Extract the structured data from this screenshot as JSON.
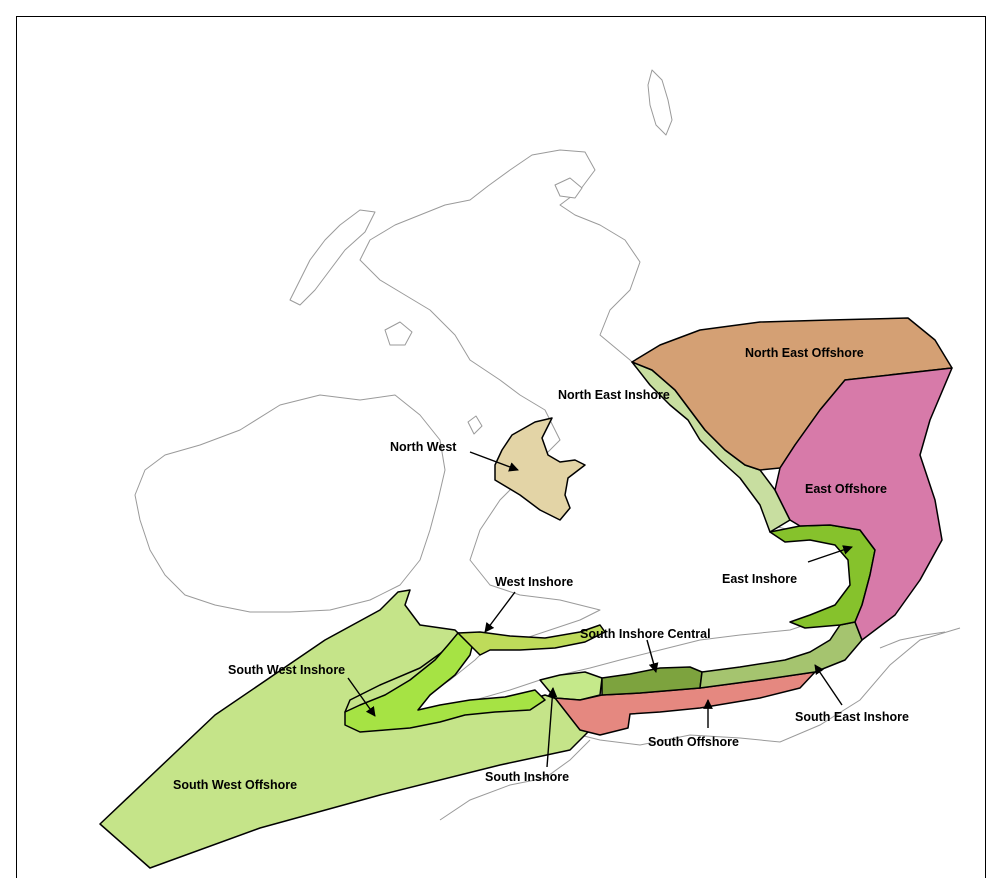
{
  "colors": {
    "north_east_offshore": "#d4a074",
    "east_offshore": "#d77aa9",
    "north_east_inshore": "#c8dea0",
    "north_west": "#e3d4a6",
    "east_inshore": "#86c22c",
    "south_east_inshore": "#a5c46f",
    "south_inshore_central": "#7da33e",
    "south_offshore": "#e58880",
    "south_inshore": "#c5e98a",
    "west_inshore": "#bedb5a",
    "south_west_inshore": "#a6e344",
    "south_west_offshore": "#c5e489"
  },
  "labels": {
    "north_east_offshore": "North East Offshore",
    "north_east_inshore": "North East Inshore",
    "north_west": "North West",
    "east_offshore": "East Offshore",
    "east_inshore": "East Inshore",
    "west_inshore": "West Inshore",
    "south_inshore_central": "South Inshore Central",
    "south_west_inshore": "South West Inshore",
    "south_east_inshore": "South East Inshore",
    "south_offshore": "South Offshore",
    "south_inshore": "South Inshore",
    "south_west_offshore": "South West Offshore"
  }
}
